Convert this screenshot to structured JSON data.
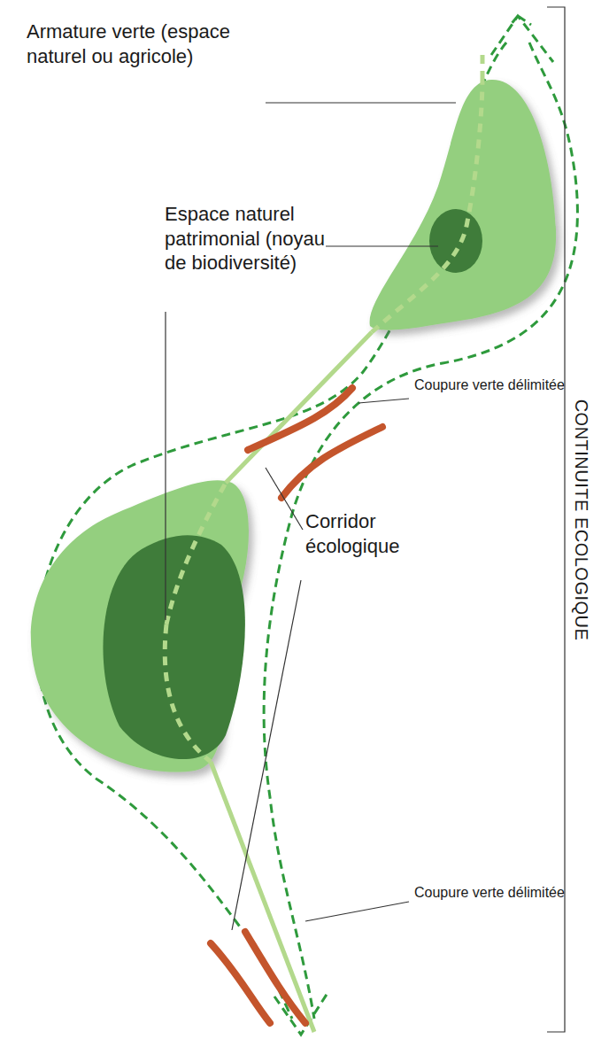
{
  "diagram": {
    "labels": [
      "Armature verte (espace naturel ou agricole)",
      "Espace naturel patrimonial (noyau de biodiversité)",
      "Corridor écologique",
      "Coupure verte délimitée",
      "Coupure verte délimitée",
      "CONTINUITE ECOLOGIQUE"
    ]
  }
}
